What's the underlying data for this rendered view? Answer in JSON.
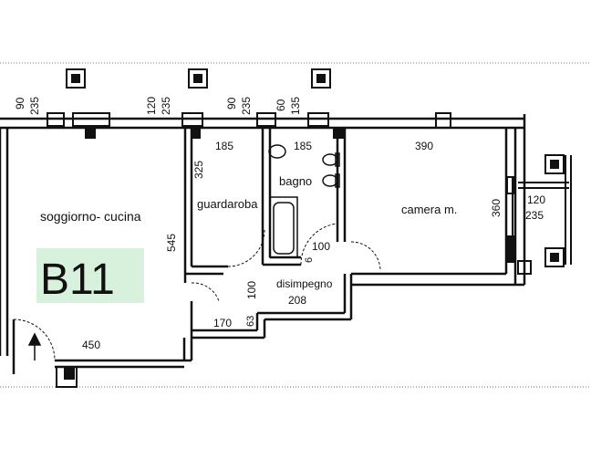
{
  "unit_label": "B11",
  "rooms": {
    "living": "soggiorno- cucina",
    "wardrobe": "guardaroba",
    "bathroom": "bagno",
    "bedroom": "camera m.",
    "hallway": "disimpegno"
  },
  "dimensions": {
    "top_living_a": "90",
    "top_living_b": "235",
    "top_living_c": "120",
    "top_living_d": "235",
    "top_ward_a": "90",
    "top_ward_b": "235",
    "top_bath_a": "60",
    "top_bath_b": "135",
    "ward_width": "185",
    "ward_depth": "325",
    "bath_width": "185",
    "bath_door": "100",
    "bath_small": "6",
    "bed_width": "390",
    "bed_depth": "360",
    "right_win_a": "120",
    "right_win_b": "235",
    "living_depth": "545",
    "hall_width": "208",
    "hall_door": "100",
    "hall_small": "63",
    "bottom_a": "170",
    "bottom_b": "450"
  },
  "colors": {
    "wall": "#111111",
    "label_bg": "#b8e6bf"
  }
}
